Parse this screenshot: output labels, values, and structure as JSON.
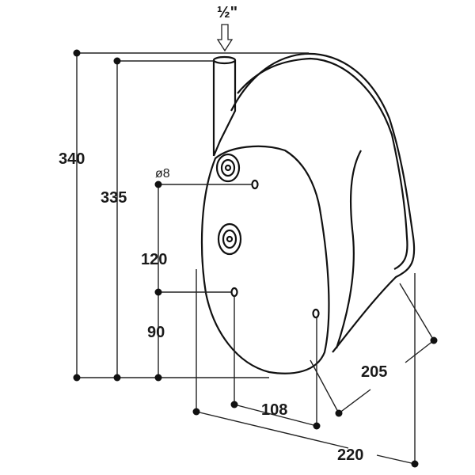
{
  "drawing": {
    "inlet_size": "½\"",
    "dimensions": {
      "total_height": "340",
      "inlet_height": "335",
      "hole_diameter": "ø8",
      "hole_spacing_vertical": "120",
      "lower_hole_height": "90",
      "hole_spacing_horizontal": "108",
      "total_width": "220",
      "depth": "205"
    }
  }
}
